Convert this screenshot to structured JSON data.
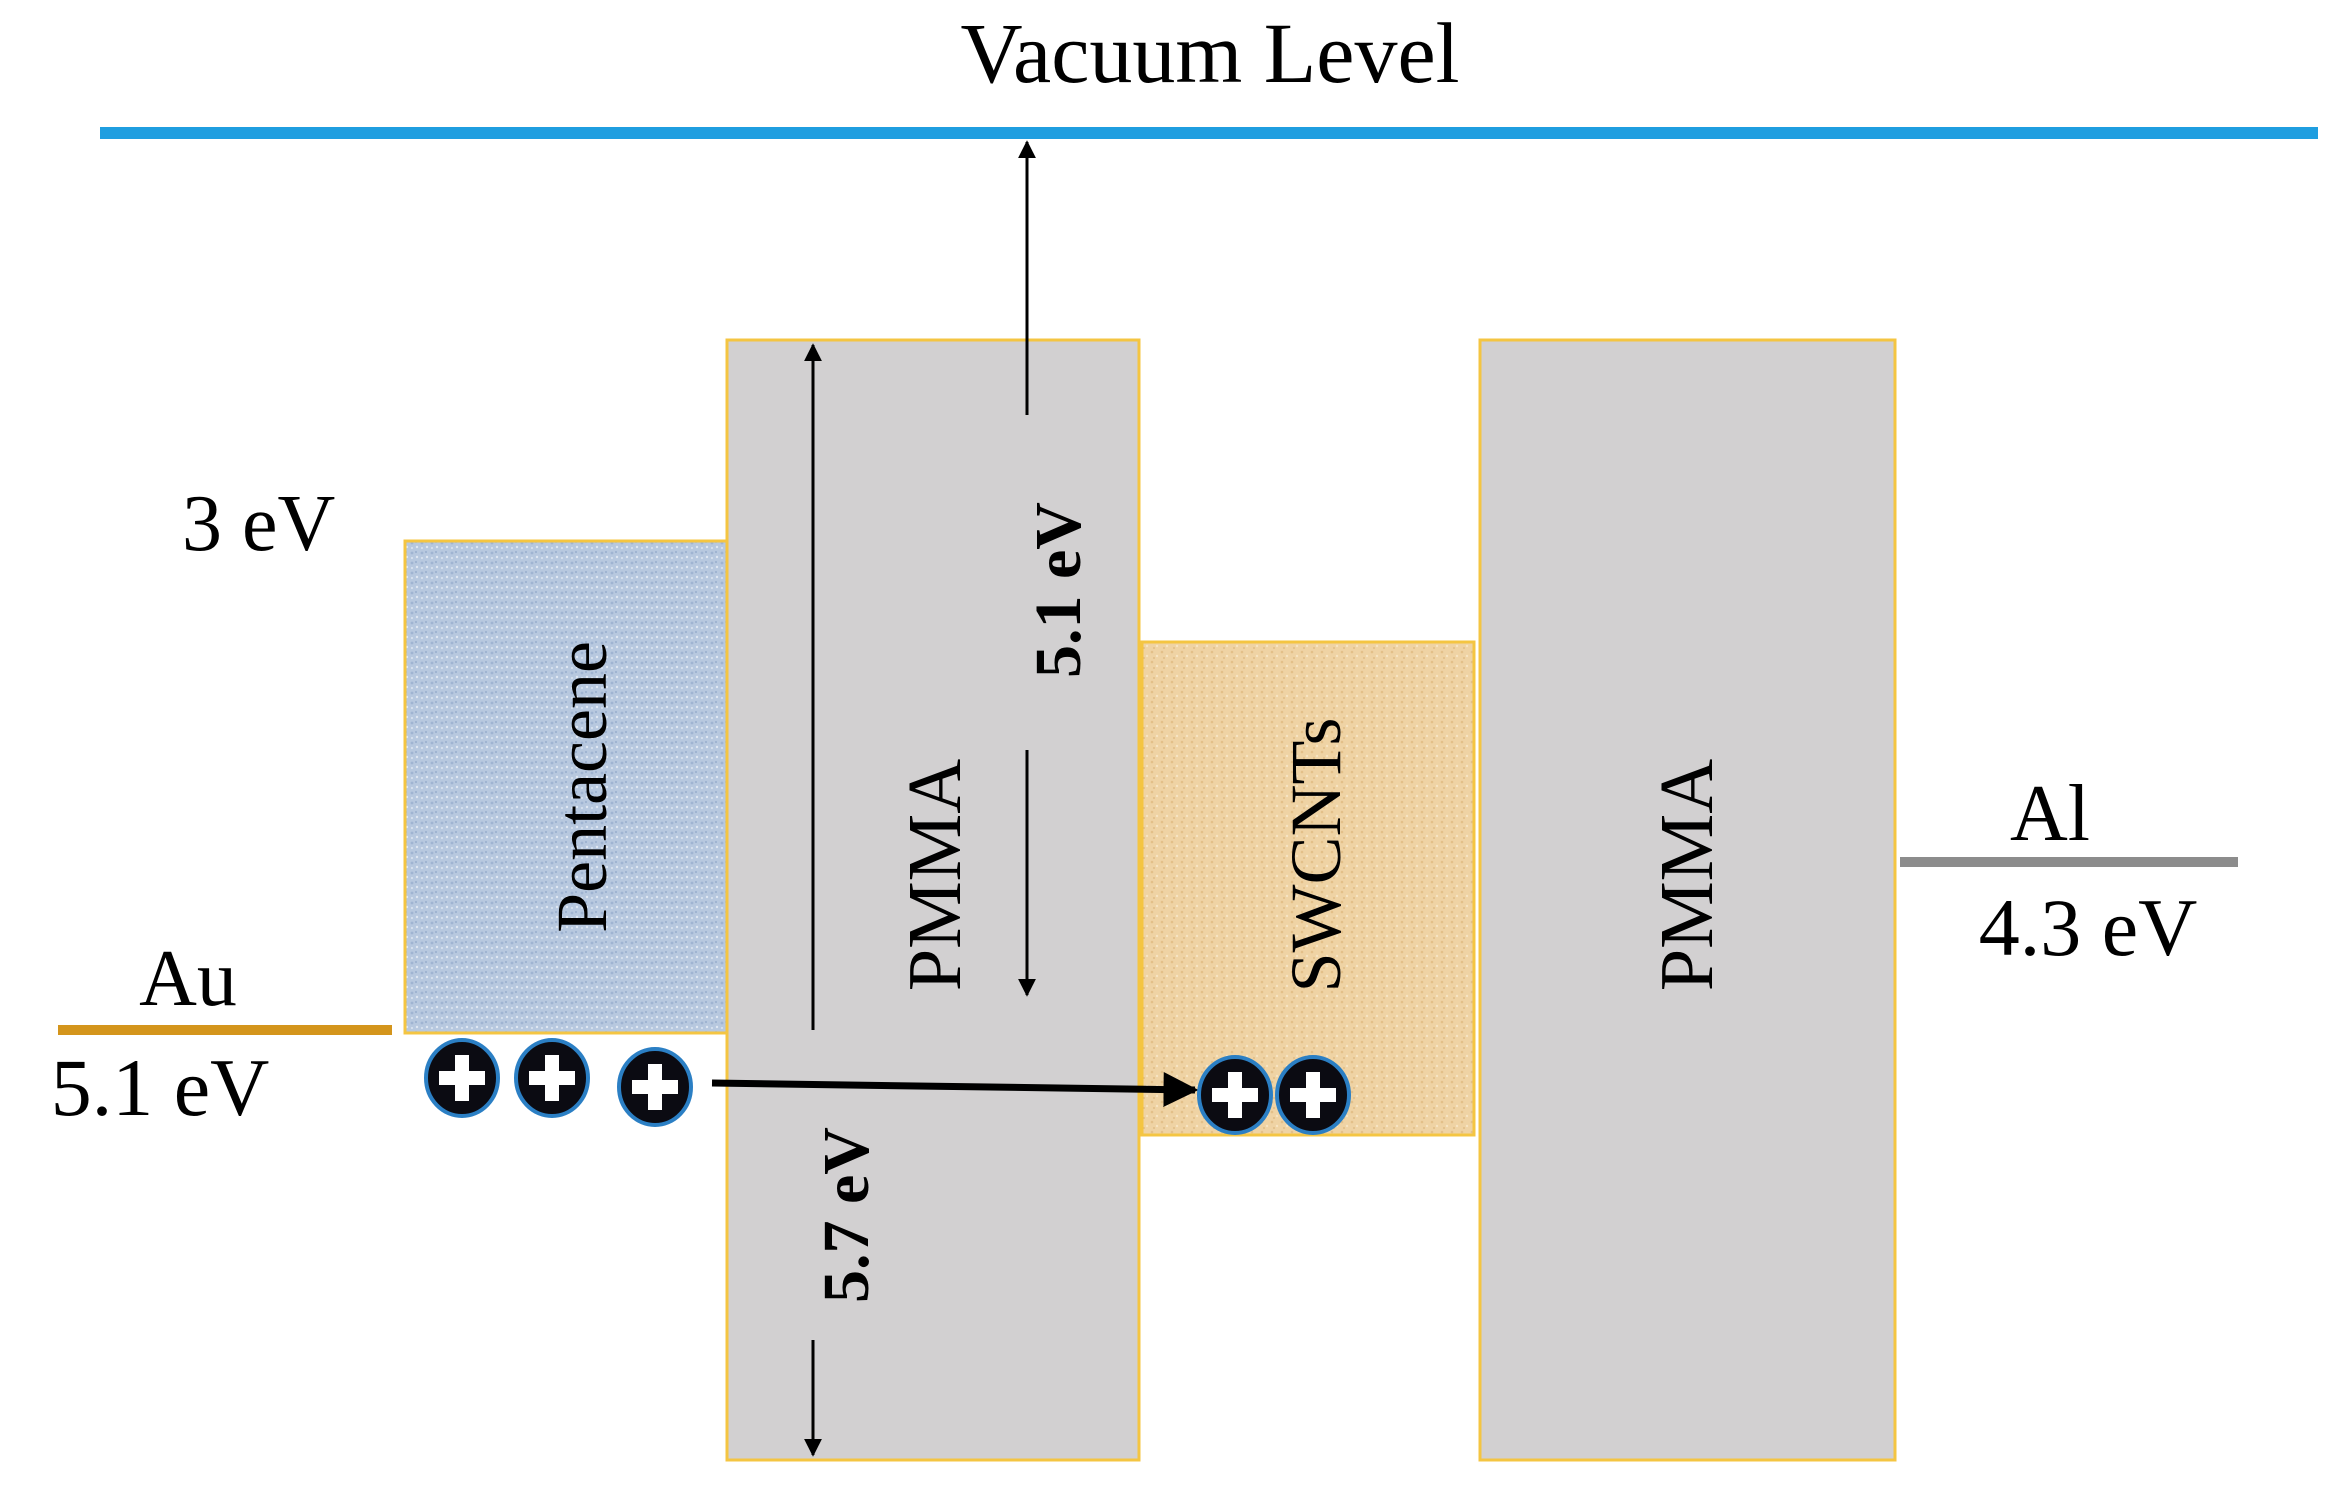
{
  "colors": {
    "vacuum_line": "#1f9ee0",
    "pentacene_fill": "#b7c8df",
    "swcnt_fill": "#efd3a4",
    "pmma_fill": "#d2d0d1",
    "block_border": "#f4c542",
    "au_line": "#d4951c",
    "al_line": "#8c8c8c",
    "hole_fill": "#0b0b12",
    "hole_ring": "#2b7fc4",
    "arrow": "#000000"
  },
  "labels": {
    "vacuum": "Vacuum Level",
    "pentacene_lumo": "3 eV",
    "pentacene": "Pentacene",
    "pmma_left": "PMMA",
    "pmma_gap": "5.7 eV",
    "pmma_depth": "5.1 eV",
    "swcnts": "SWCNTs",
    "pmma_right": "PMMA",
    "au": "Au",
    "au_energy": "5.1 eV",
    "al": "Al",
    "al_energy": "4.3 eV"
  },
  "holes": {
    "symbol": "+",
    "left_count": 3,
    "right_count": 2
  },
  "icons": {
    "hole": "hole-plus-icon",
    "transfer_arrow": "right-arrow-icon"
  }
}
